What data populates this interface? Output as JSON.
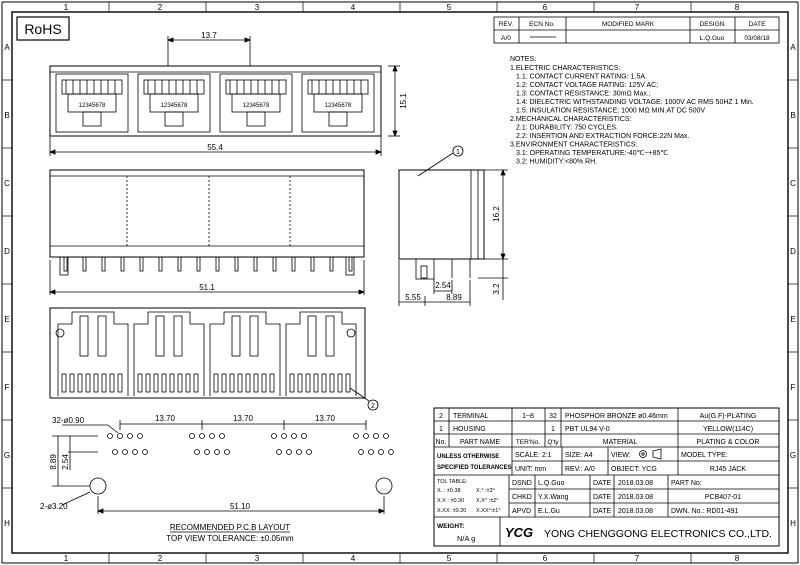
{
  "border": {
    "top_numbers": [
      "1",
      "2",
      "3",
      "4",
      "5",
      "6",
      "7",
      "8"
    ],
    "side_letters": [
      "A",
      "B",
      "C",
      "D",
      "E",
      "F",
      "G",
      "H"
    ]
  },
  "rohs": "RoHS",
  "revision": {
    "headers": [
      "REV.",
      "ECN No.",
      "MODIFIED MARK",
      "DESIGN",
      "DATE"
    ],
    "row": [
      "A/0",
      "",
      "",
      "L.Q.Guo",
      "03/08/18"
    ]
  },
  "notes": {
    "title": "NOTES:",
    "lines": [
      "1.ELECTRIC CHARACTERISTICS:",
      "  1.1: CONTACT CURRENT RATING: 1.5A.",
      "  1.2: CONTACT VOLTAGE RATING: 125V AC;",
      "  1.3: CONTACT RESISTANCE: 30mΩ Max.;",
      "  1.4: DIELECTRIC WITHSTANDING VOLTAGE: 1000V AC RMS 50HZ 1 Min.",
      "  1.5: INSULATION RESISTANCE: 1000 MΩ MIN.AT DC 500V",
      "2.MECHANICAL CHARACTERISTICS:",
      "  2.1: DURABILITY: 750 CYCLES.",
      "  2.2: INSERTION AND EXTRACTION FORCE:22N Max.",
      "3.ENVIRONMENT CHARACTERISTICS:",
      "  3.1: OPERATING TEMPERATURE:-40℃~+85℃",
      "  3.2: HUMIDITY:<80% RH."
    ]
  },
  "dims": {
    "pitch_top": "13.7",
    "height_front": "15.1",
    "width_front": "55.4",
    "pins_label": "12345678",
    "width_side": "51.1",
    "height_side": "16.2",
    "d_2_54": "2.54",
    "d_5_55": "5.55",
    "d_8_89": "8.89",
    "d_3_2": "3.2",
    "balloon_1": "1",
    "balloon_2": "2",
    "pcb_holes": "32-ø0.90",
    "pcb_pitch": [
      "13.70",
      "13.70",
      "13.70"
    ],
    "pcb_big_holes": "2-ø3.20",
    "pcb_width": "51.10",
    "pcb_v1": "8.89",
    "pcb_v2": "2.54",
    "pcb_title": "RECOMMENDED P.C.B LAYOUT",
    "pcb_subtitle": "TOP VIEW TOLERANCE: ±0.05mm"
  },
  "bom": {
    "rows": [
      [
        "2",
        "TERMINAL",
        "1~8",
        "32",
        "PHOSPHOR BRONZE ø0.46mm",
        "Au(G.F)-PLATING"
      ],
      [
        "1",
        "HOUSING",
        "",
        "1",
        "PBT UL94 V-0",
        "YELLOW(114C)"
      ]
    ],
    "headers": [
      "No.",
      "PART NAME",
      "TER'No.",
      "Q'ty",
      "MATERIAL",
      "PLATING & COLOR"
    ]
  },
  "title_block": {
    "unless": "UNLESS OTHERWISE",
    "specified": "SPECIFIED TOLERANCES",
    "scale": "SCALE: 2:1",
    "size": "SIZE: A4",
    "view": "VIEW:",
    "model_type_label": "MODEL TYPE:",
    "unit": "UNIT: mm",
    "rev": "REV.: A/0",
    "object": "OBJECT: YCG",
    "model": "RJ45 JACK",
    "tol_title": "TOL TABLE:",
    "tol_rows": [
      [
        "X.  : ±0.38",
        "X.°  :±3°"
      ],
      [
        "X.X : ±0.30",
        "X.X° :±2°"
      ],
      [
        "X.XX: ±0.20",
        "X.XX°:±1°"
      ]
    ],
    "weight_label": "WEIGHT:",
    "weight_value": "N/A  g",
    "dsnd": "DSND",
    "dsnd_name": "L.Q.Guo",
    "chkd": "CHKD",
    "chkd_name": "Y.X.Wang",
    "apvd": "APVD",
    "apvd_name": "E.L.Gu",
    "date_label": "DATE",
    "date_value": "2018.03.08",
    "partno_label": "PART No:",
    "partno": "PCB407-01",
    "dwn": "DWN. No.: RD01-491",
    "logo": "YCG",
    "company": "YONG CHENGGONG ELECTRONICS CO.,LTD."
  }
}
